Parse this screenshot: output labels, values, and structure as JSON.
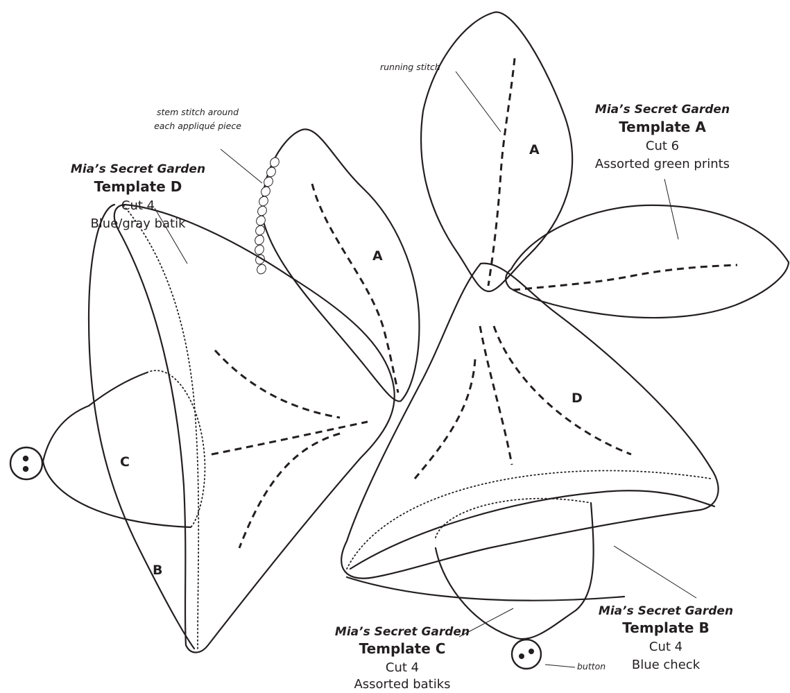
{
  "labels": {
    "template_a": {
      "title": "Mia’s Secret Garden",
      "name": "Template A",
      "cut": "Cut 6",
      "fabric": "Assorted green prints"
    },
    "template_b": {
      "title": "Mia’s Secret Garden",
      "name": "Template B",
      "cut": "Cut 4",
      "fabric": "Blue check"
    },
    "template_c": {
      "title": "Mia’s Secret Garden",
      "name": "Template C",
      "cut": "Cut 4",
      "fabric": "Assorted batiks"
    },
    "template_d": {
      "title": "Mia’s Secret Garden",
      "name": "Template D",
      "cut": "Cut 4",
      "fabric": "Blue/gray batik"
    }
  },
  "piece_letters": {
    "leaf_left": "A",
    "leaf_top": "A",
    "flower_right": "D",
    "flower_left_c": "C",
    "flower_left_b": "B"
  },
  "notes": {
    "running_stitch": "running stitch",
    "stem_stitch_line1": "stem stitch around",
    "stem_stitch_line2": "each appliqué piece",
    "button": "button"
  },
  "colors": {
    "ink": "#231f20",
    "paper": "#ffffff"
  }
}
